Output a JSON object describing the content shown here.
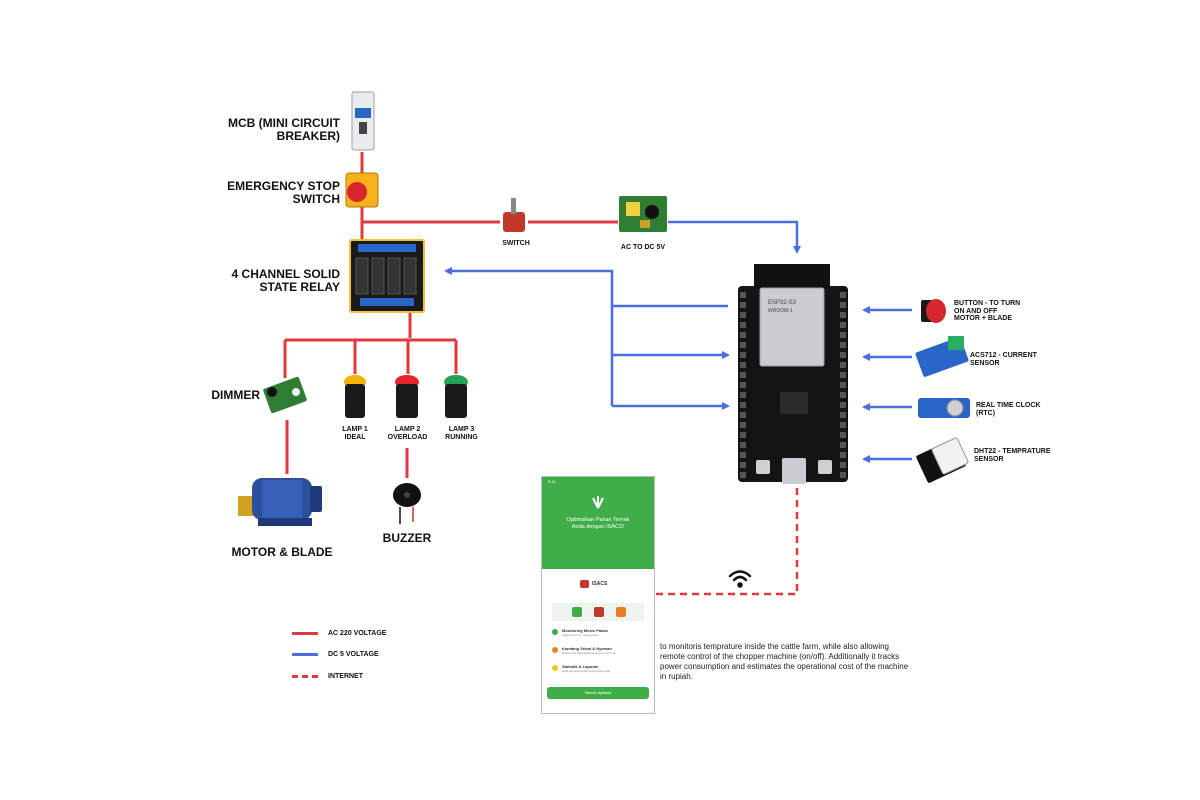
{
  "components": {
    "mcb": "MCB (MINI CIRCUIT BREAKER)",
    "mcb_line1": "MCB (MINI CIRCUIT",
    "mcb_line2": "BREAKER)",
    "estop_line1": "EMERGENCY STOP",
    "estop_line2": "SWITCH",
    "relay_line1": "4 CHANNEL SOLID",
    "relay_line2": "STATE RELAY",
    "switch": "SWITCH",
    "acdc": "AC TO DC 5V",
    "dimmer": "DIMMER",
    "lamp1_line1": "LAMP 1",
    "lamp1_line2": "IDEAL",
    "lamp2_line1": "LAMP 2",
    "lamp2_line2": "OVERLOAD",
    "lamp3_line1": "LAMP 3",
    "lamp3_line2": "RUNNING",
    "motor": "MOTOR & BLADE",
    "buzzer": "BUZZER",
    "button_line1": "BUTTON - TO TURN",
    "button_line2": "ON AND OFF",
    "button_line3": "MOTOR + BLADE",
    "current_line1": "ACS712 - CURRENT",
    "current_line2": "SENSOR",
    "rtc_line1": "REAL TIME CLOCK",
    "rtc_line2": "(RTC)",
    "dht_line1": "DHT22 - TEMPRATURE",
    "dht_line2": "SENSOR",
    "esp_chip_line1": "ESP32-S3",
    "esp_chip_line2": "WROOM-1"
  },
  "legend": {
    "ac": "AC 220 VOLTAGE",
    "dc": "DC 5 VOLTAGE",
    "internet": "INTERNET"
  },
  "colors": {
    "ac": "#e0393e",
    "dc": "#4a6fdc",
    "internet": "#e0393e",
    "app_green": "#3fae49"
  },
  "description": "to monitoris temprature inside the cattle farm, while also allowing remote control of the chopper machine (on/off). Additionally it tracks power consumption and estimates the operational cost of the machine in rupiah.",
  "app": {
    "status_time": "9:41",
    "hero_line1": "Optimalkan Pakan Ternak",
    "hero_line2": "Anda dengan ISACS!",
    "logo": "ISACS",
    "features": [
      {
        "title": "Monitoring Mesin Pakan",
        "sub": "Jaga performa mesin anda"
      },
      {
        "title": "Kandang Sehat & Nyaman",
        "sub": "Pantau kondisi kandang secara real time"
      },
      {
        "title": "Statistik & Laporan",
        "sub": "Data lengkap untuk keputusan tepat"
      }
    ],
    "button": "Masuk Aplikasi"
  }
}
